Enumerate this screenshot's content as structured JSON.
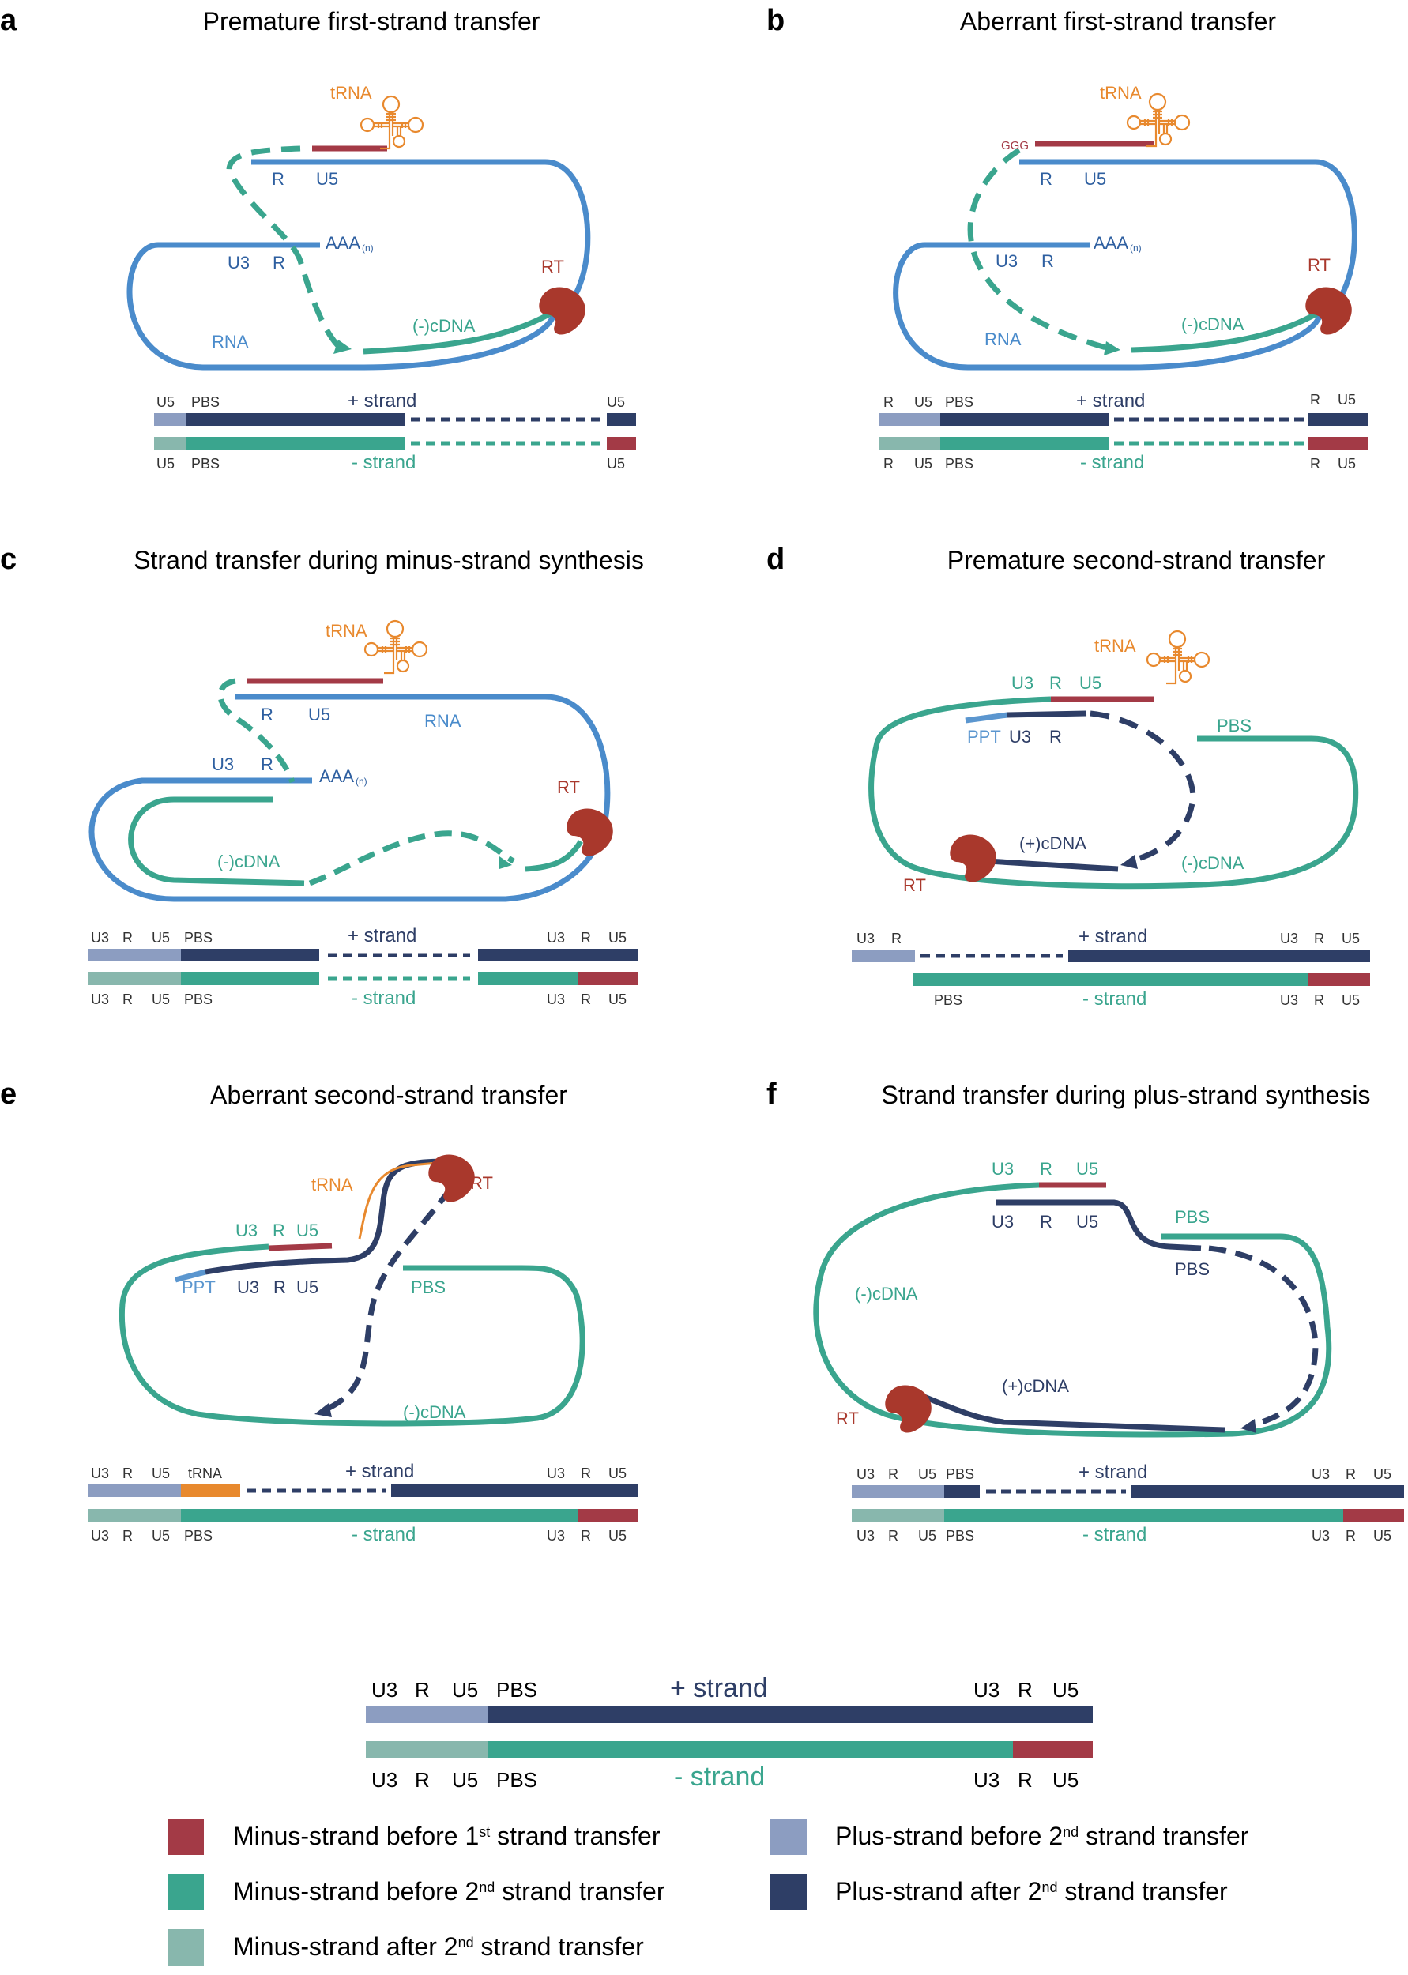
{
  "colors": {
    "rna": "#4a8bcb",
    "minus_before_first": "#a33a46",
    "minus_before_second": "#3aa58e",
    "minus_after_second": "#88b7ad",
    "plus_before_second": "#8c9dc1",
    "plus_after_second": "#2e3e66",
    "trna": "#e8892e",
    "rt": "#a9382c",
    "ppt": "#5b96cf"
  },
  "common": {
    "plus_strand": "+ strand",
    "minus_strand": "- strand",
    "U3": "U3",
    "R": "R",
    "U5": "U5",
    "PBS": "PBS",
    "PPT": "PPT",
    "tRNA": "tRNA",
    "RT": "RT",
    "RNA": "RNA",
    "minus_cdna": "(-)cDNA",
    "plus_cdna": "(+)cDNA",
    "aaa": "AAA",
    "aaa_sub": "(n)",
    "ggg": "GGG"
  },
  "panels": {
    "a": {
      "letter": "a",
      "title": "Premature first-strand transfer"
    },
    "b": {
      "letter": "b",
      "title": "Aberrant first-strand transfer"
    },
    "c": {
      "letter": "c",
      "title": "Strand transfer during minus-strand synthesis"
    },
    "d": {
      "letter": "d",
      "title": "Premature second-strand transfer"
    },
    "e": {
      "letter": "e",
      "title": "Aberrant second-strand transfer"
    },
    "f": {
      "letter": "f",
      "title": "Strand transfer during plus-strand synthesis"
    }
  },
  "legend": {
    "items": [
      {
        "pre": "Minus-strand before 1",
        "sup": "st",
        "post": " strand transfer",
        "color": "#a33a46"
      },
      {
        "pre": "Minus-strand before 2",
        "sup": "nd",
        "post": " strand transfer",
        "color": "#3aa58e"
      },
      {
        "pre": "Minus-strand after 2",
        "sup": "nd",
        "post": " strand transfer",
        "color": "#88b7ad"
      },
      {
        "pre": "Plus-strand before 2",
        "sup": "nd",
        "post": " strand transfer",
        "color": "#8c9dc1"
      },
      {
        "pre": "Plus-strand after 2",
        "sup": "nd",
        "post": " strand transfer",
        "color": "#2e3e66"
      }
    ]
  }
}
